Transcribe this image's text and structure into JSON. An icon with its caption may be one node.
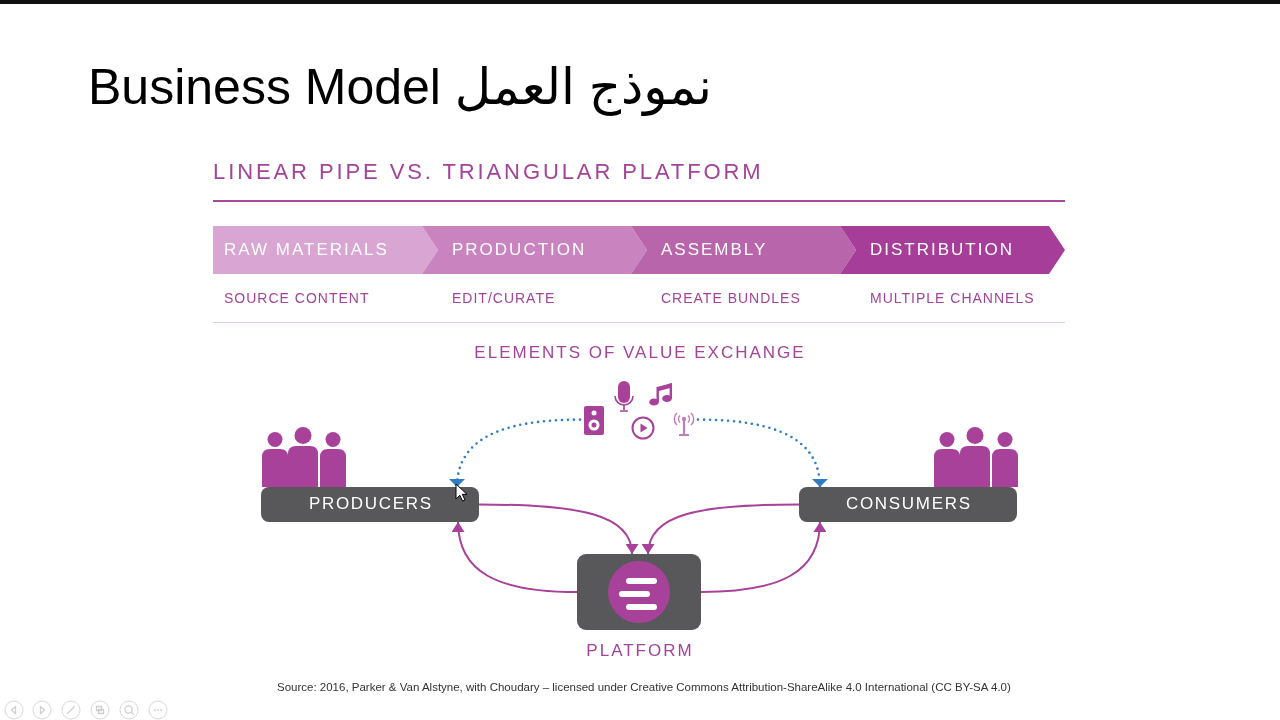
{
  "diagram": {
    "title": "Business Model نموذج العمل",
    "caption": "Source: 2016, Parker & Van Alstyne, with Choudary – licensed under Creative Commons Attribution-ShareAlike 4.0 International (CC BY-SA 4.0)",
    "nodes": [
      {
        "text": [
          "RAW MATERIALS"
        ],
        "beside": [
          "SOURCE CONTENT"
        ]
      },
      {
        "text": [
          "PRODUCTION"
        ],
        "beside": [
          "EDIT/CURATE"
        ]
      },
      {
        "text": [
          "ASSEMBLY"
        ],
        "beside": [
          "CREATE BUNDLES"
        ]
      },
      {
        "text": [
          "DISTRIBUTION"
        ],
        "beside": [
          "MULTIPLE CHANNELS"
        ]
      },
      {
        "text": [],
        "shape": "picture"
      },
      {
        "text": [
          "PRODUCERS"
        ]
      },
      {
        "text": [
          "CONSUMERS"
        ]
      },
      {
        "text": [
          "PLATFORM"
        ]
      }
    ],
    "edges": [
      {
        "from": 4,
        "to": 5,
        "arrow": "to",
        "style": "dashed",
        "color": "#2e7dc1"
      },
      {
        "from": 4,
        "to": 6,
        "arrow": "to",
        "style": "dashed",
        "color": "#2e7dc1"
      },
      {
        "from": 5,
        "to": 7,
        "arrow": "to"
      },
      {
        "from": 6,
        "to": 7,
        "arrow": "to"
      },
      {
        "from": 7,
        "to": 5,
        "arrow": "to"
      },
      {
        "from": 7,
        "to": 6,
        "arrow": "to"
      }
    ],
    "labels": [
      "LINEAR PIPE VS. TRIANGULAR PLATFORM",
      "ELEMENTS OF VALUE EXCHANGE"
    ]
  }
}
